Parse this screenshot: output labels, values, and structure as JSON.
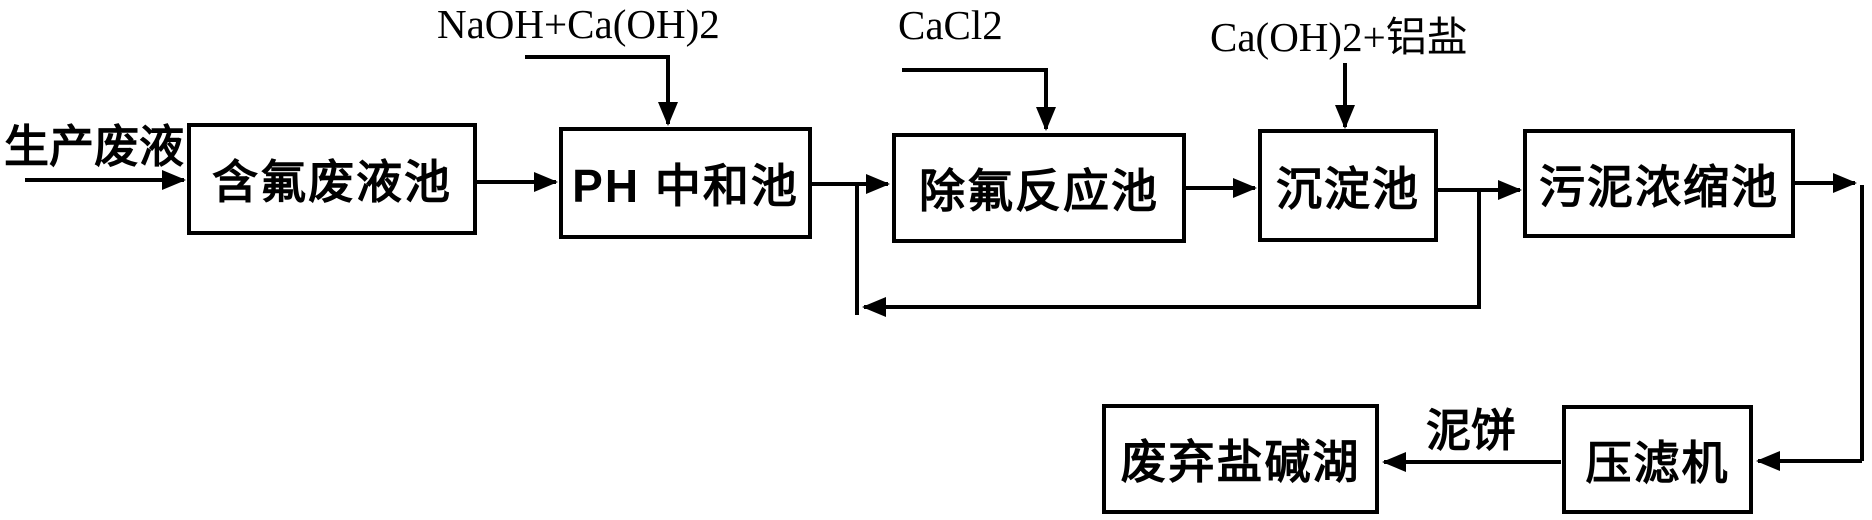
{
  "diagram": {
    "type": "process-flowchart",
    "source_label": "生产废液",
    "boxes": [
      {
        "id": "fluoride-waste-pool",
        "label": "含氟废液池"
      },
      {
        "id": "ph-neutralization-pool",
        "label": "PH 中和池"
      },
      {
        "id": "defluorination-reaction-pool",
        "label": "除氟反应池"
      },
      {
        "id": "sedimentation-pool",
        "label": "沉淀池"
      },
      {
        "id": "sludge-thickening-pool",
        "label": "污泥浓缩池"
      },
      {
        "id": "abandoned-salt-alkali-lake",
        "label": "废弃盐碱湖"
      },
      {
        "id": "filter-press",
        "label": "压滤机"
      }
    ],
    "reagent_inputs": [
      {
        "label": "NaOH+Ca(OH)2",
        "target": "PH 中和池"
      },
      {
        "label": "CaCl2",
        "target": "除氟反应池"
      },
      {
        "label": "Ca(OH)2+铝盐",
        "target": "沉淀池"
      }
    ],
    "edge_labels": [
      {
        "label": "泥饼",
        "from": "压滤机",
        "to": "废弃盐碱湖"
      }
    ],
    "flow": [
      "生产废液 → 含氟废液池 → PH 中和池 → 除氟反应池 → 沉淀池 → 污泥浓缩池 → 压滤机 → 废弃盐碱湖",
      "回流: 沉淀池出口 → 除氟反应池入口"
    ],
    "colors": {
      "line": "#000000",
      "box_border": "#000000",
      "box_background": "#ffffff",
      "text": "#000000",
      "canvas": "#ffffff"
    }
  }
}
